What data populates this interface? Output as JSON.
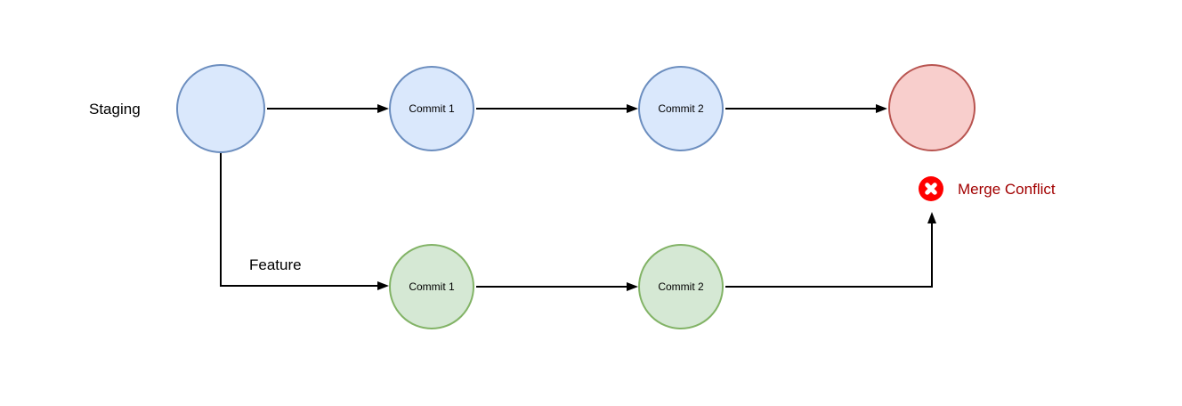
{
  "diagram": {
    "staging": {
      "branch_label": "Staging",
      "commits": [
        {
          "label": "Commit 1"
        },
        {
          "label": "Commit 2"
        }
      ]
    },
    "feature": {
      "branch_label": "Feature",
      "commits": [
        {
          "label": "Commit 1"
        },
        {
          "label": "Commit 2"
        }
      ]
    },
    "merge": {
      "icon": "x-circle-icon",
      "label": "Merge Conflict"
    }
  },
  "colors": {
    "background": "#ffffff",
    "staging-fill": "#dae8fc",
    "staging-stroke": "#6c8ebf",
    "feature-fill": "#d5e8d4",
    "feature-stroke": "#82b366",
    "merge-fill": "#f8cecc",
    "merge-stroke": "#b85450",
    "conflict-icon": "#ff0000",
    "conflict-text": "#a20000",
    "arrow": "#000000"
  }
}
